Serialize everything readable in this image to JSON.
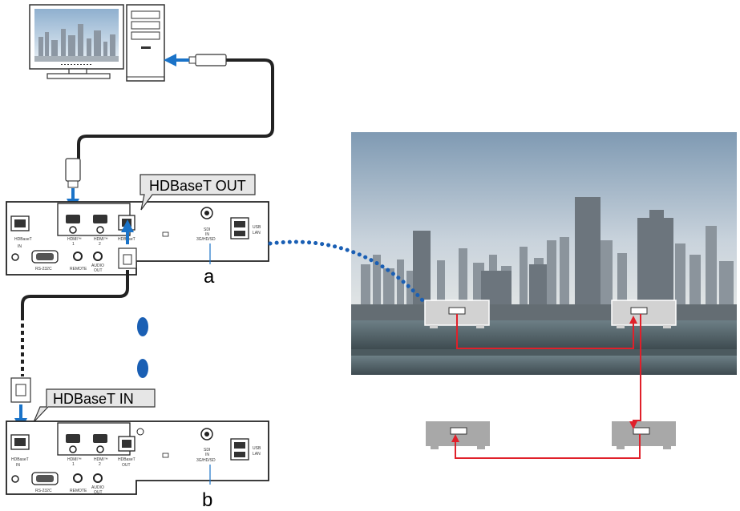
{
  "callouts": {
    "hdbaset_out": "HDBaseT OUT",
    "hdbaset_in": "HDBaseT IN",
    "a": "a",
    "b": "b"
  },
  "panel_labels": {
    "hdbaset_in": "HDBaseT",
    "in": "IN",
    "hdmi": "HDMI™",
    "hdmi1": "1",
    "hdmi2": "2",
    "hdbaset_out": "HDBaseT",
    "out": "OUT",
    "sdi": "SDI",
    "sdi_in": "IN",
    "sdi_fmt": "3G/HD/SD",
    "usb": "USB",
    "lan": "LAN",
    "rs232c": "RS-232C",
    "remote": "REMOTE",
    "audio": "AUDIO",
    "audio_out": "OUT"
  },
  "colors": {
    "arrow_blue": "#1a73c8",
    "link_red": "#e0202a",
    "cable": "#222222",
    "callout_bg": "#e6e6e6",
    "dots_blue": "#1a5fb4"
  }
}
